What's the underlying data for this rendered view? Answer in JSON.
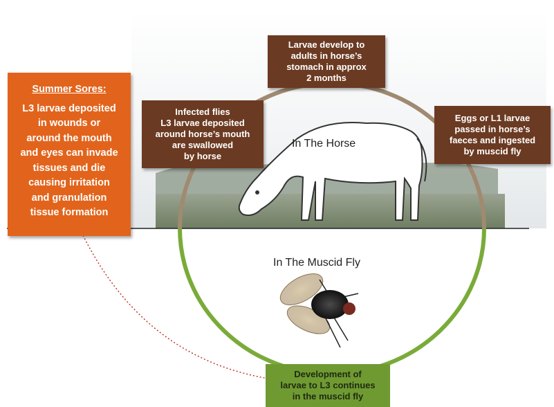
{
  "colors": {
    "brown_box": "#6b3a22",
    "orange_box": "#e2641c",
    "green_box": "#6f9a32",
    "circle_brown": "#a08a70",
    "circle_green": "#7aab3a",
    "dotted_line": "#c0392b"
  },
  "summer_sores": {
    "title": "Summer Sores:",
    "lines": [
      "L3 larvae deposited",
      "in wounds or",
      "around the mouth",
      "and eyes can invade",
      "tissues and die",
      "causing irritation",
      "and granulation",
      "tissue formation"
    ]
  },
  "stages": {
    "stomach": [
      "Larvae develop to",
      "adults in horse’s",
      "stomach in approx",
      "2 months"
    ],
    "eggs": [
      "Eggs or L1 larvae",
      "passed in horse’s",
      "faeces and ingested",
      "by muscid fly"
    ],
    "infected": [
      "Infected flies",
      "L3 larvae deposited",
      "around horse’s mouth",
      "are swallowed",
      "by horse"
    ],
    "development": [
      "Development of",
      "larvae to L3 continues",
      "in the muscid fly"
    ]
  },
  "labels": {
    "horse": "In The Horse",
    "fly": "In The Muscid Fly"
  },
  "icons": [
    "horse-illustration",
    "fly-illustration"
  ]
}
